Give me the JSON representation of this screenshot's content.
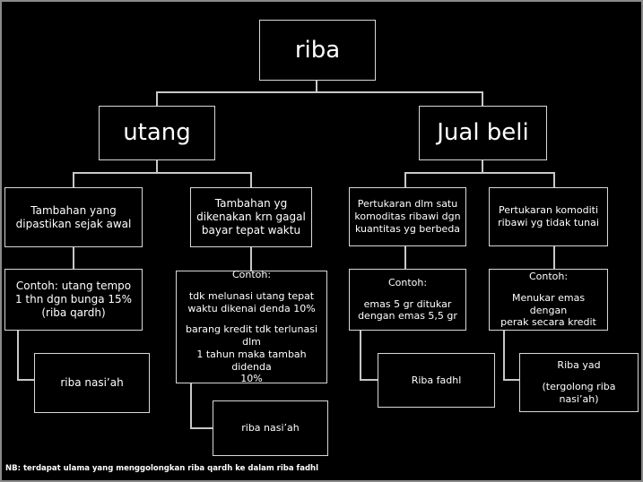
{
  "root": {
    "label": "riba"
  },
  "utang": {
    "label": "utang",
    "left": {
      "desc": "Tambahan yang\ndipastikan sejak awal",
      "example": "Contoh: utang tempo\n1 thn dgn bunga 15%\n(riba qardh)",
      "result": "riba nasi’ah"
    },
    "right": {
      "desc": "Tambahan yg\ndikenakan krn gagal\nbayar tepat waktu",
      "example_title": "Contoh:",
      "example_1": "tdk melunasi utang tepat\nwaktu dikenai  denda 10%",
      "example_2": "barang kredit tdk terlunasi dlm\n1 tahun maka tambah didenda\n10%",
      "result": "riba nasi’ah"
    }
  },
  "jual_beli": {
    "label": "Jual beli",
    "left": {
      "desc": "Pertukaran dlm satu\nkomoditas ribawi dgn\nkuantitas yg berbeda",
      "example_title": "Contoh:",
      "example": "emas 5 gr ditukar\ndengan emas 5,5 gr",
      "result": "Riba fadhl"
    },
    "right": {
      "desc": "Pertukaran komoditi\nribawi yg tidak tunai",
      "example_title": "Contoh:",
      "example": "Menukar emas dengan\nperak secara kredit",
      "result": "Riba yad",
      "result_note": "(tergolong riba nasi’ah)"
    }
  },
  "note": "NB: terdapat ulama yang menggolongkan riba qardh ke dalam riba fadhl"
}
